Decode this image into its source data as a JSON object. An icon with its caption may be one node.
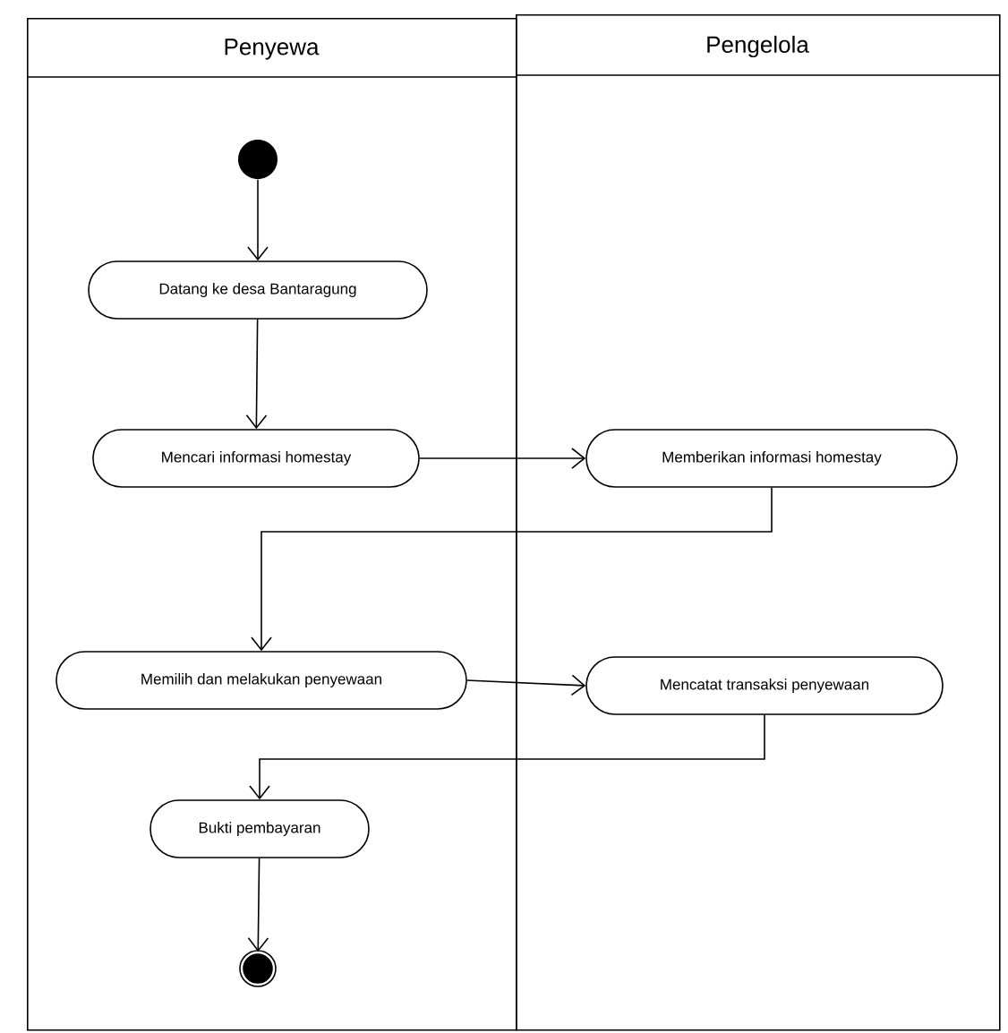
{
  "diagram": {
    "nodes": [
      {
        "text": [
          "Penyewa"
        ]
      },
      {
        "text": [
          "Pengelola"
        ]
      },
      {
        "text": [],
        "shape": "circle",
        "in": 0
      },
      {
        "text": [
          "Datang ke desa Bantaragung"
        ],
        "in": 0
      },
      {
        "text": [
          "Mencari informasi homestay"
        ],
        "in": 0
      },
      {
        "text": [
          "Memberikan informasi homestay"
        ],
        "in": 1
      },
      {
        "text": [
          "Memilih dan melakukan penyewaan"
        ],
        "in": 0
      },
      {
        "text": [
          "Mencatat transaksi penyewaan"
        ],
        "in": 1
      },
      {
        "text": [
          "Bukti pembayaran"
        ],
        "in": 0
      },
      {
        "text": [],
        "shape": "bullseye",
        "in": 0
      }
    ],
    "edges": [
      {
        "from": 2,
        "to": 3,
        "arrow": "to"
      },
      {
        "from": 3,
        "to": 4,
        "arrow": "to"
      },
      {
        "from": 4,
        "to": 5,
        "arrow": "to"
      },
      {
        "from": 5,
        "to": 6,
        "arrow": "to"
      },
      {
        "from": 6,
        "to": 7,
        "arrow": "to"
      },
      {
        "from": 7,
        "to": 8,
        "arrow": "to"
      },
      {
        "from": 8,
        "to": 9,
        "arrow": "to"
      }
    ]
  }
}
